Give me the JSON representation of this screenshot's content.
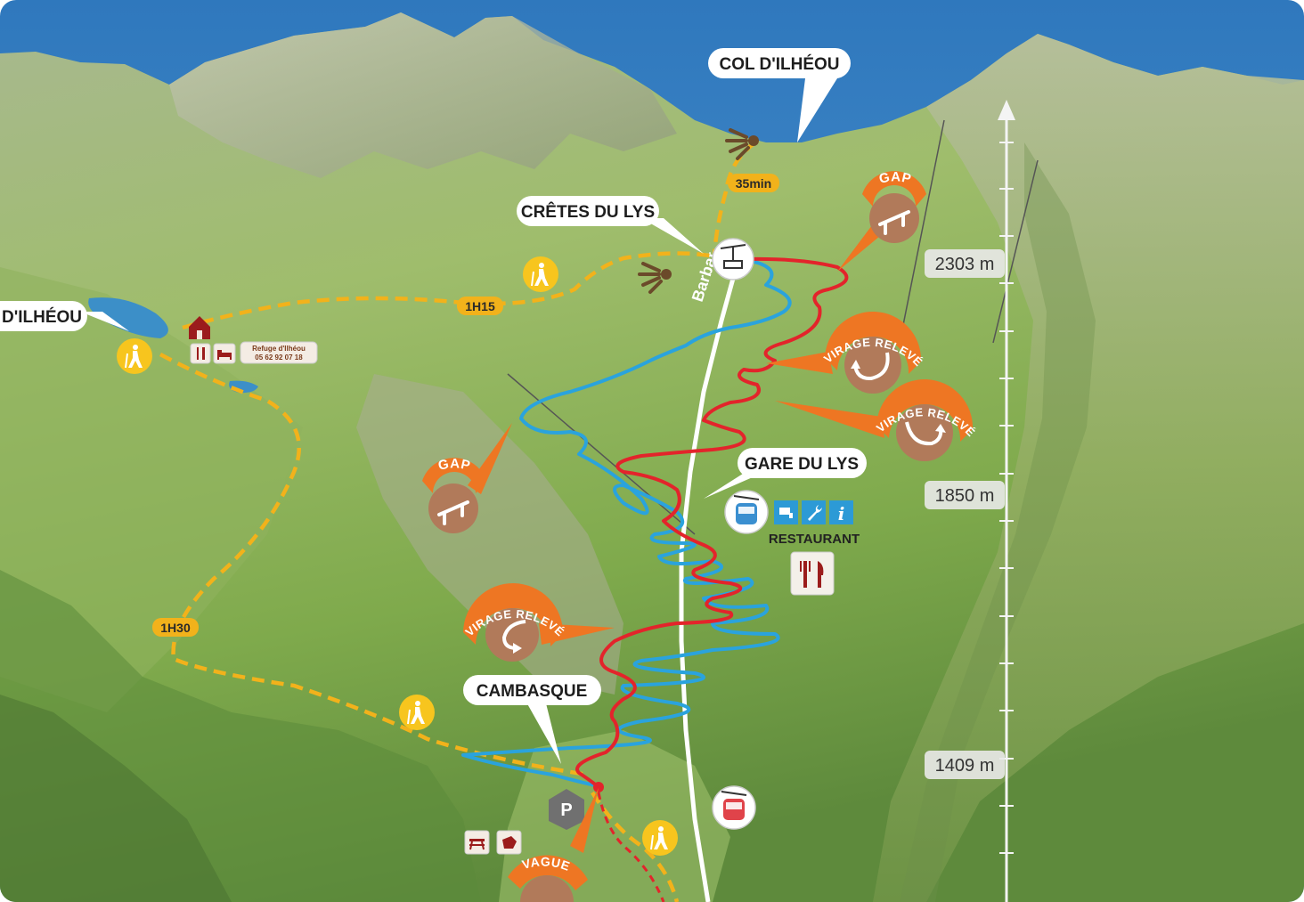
{
  "places": {
    "col": "COL D'ILHÉOU",
    "cretes": "CRÊTES DU LYS",
    "lac": "D'ILHÉOU",
    "gare": "GARE DU LYS",
    "cambasque": "CAMBASQUE",
    "road": "Barbat"
  },
  "durations": {
    "d35": "35min",
    "d115": "1H15",
    "d130": "1H30"
  },
  "altitudes": {
    "a1": "2303 m",
    "a2": "1850 m",
    "a3": "1409 m"
  },
  "features": {
    "gap": "GAP",
    "virage": "VIRAGE RELEVÉ",
    "vague": "VAGUE",
    "restaurant": "RESTAURANT",
    "parking": "P",
    "info": "i"
  },
  "refuge": {
    "name": "Refuge d'Ilhéou",
    "phone": "05 62 92 07 18"
  },
  "colors": {
    "sky": "#3d84c6",
    "red_trail": "#e3242b",
    "blue_trail": "#2aa3dd",
    "hiking_path": "#f2b21b",
    "badge_brown": "#b17a5a",
    "banner_orange": "#ee7623",
    "icon_blue": "#2c9ad6"
  },
  "icons": [
    "chairlift-icon",
    "gondola-icon",
    "hiker-icon",
    "refuge-icon",
    "restaurant-icon",
    "bed-icon",
    "water-icon",
    "repair-icon",
    "info-icon",
    "picnic-icon",
    "bike-tool-icon",
    "parking-icon",
    "summit-icon"
  ]
}
